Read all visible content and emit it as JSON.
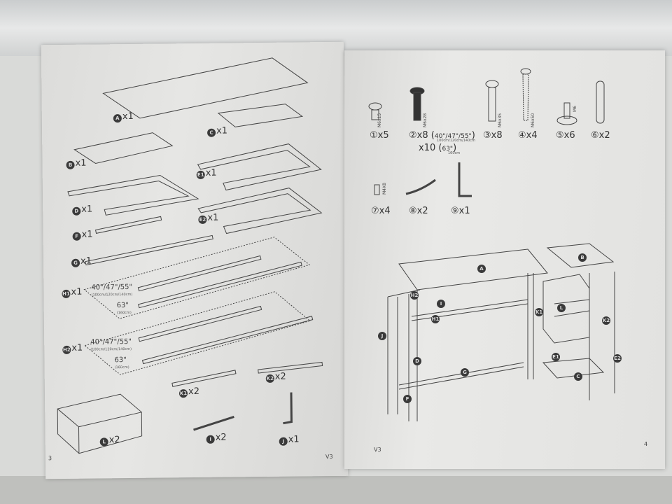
{
  "left_page": {
    "parts": [
      {
        "id": "A",
        "qty": "x1"
      },
      {
        "id": "C",
        "qty": "x1"
      },
      {
        "id": "B",
        "qty": "x1"
      },
      {
        "id": "E1",
        "qty": "x1"
      },
      {
        "id": "D",
        "qty": "x1"
      },
      {
        "id": "E2",
        "qty": "x1"
      },
      {
        "id": "F",
        "qty": "x1"
      },
      {
        "id": "G",
        "qty": "x1"
      },
      {
        "id": "H1",
        "qty": "x1"
      },
      {
        "id": "H2",
        "qty": "x1"
      },
      {
        "id": "K1",
        "qty": "x2"
      },
      {
        "id": "K2",
        "qty": "x2"
      },
      {
        "id": "L",
        "qty": "x2"
      },
      {
        "id": "I",
        "qty": "x2"
      },
      {
        "id": "J",
        "qty": "x1"
      }
    ],
    "size_short": "40\"/47\"/55\"",
    "size_short_cm": "(100cm/120cm/140cm)",
    "size_long": "63\"",
    "size_long_cm": "(160cm)",
    "page_number": "3",
    "version": "V3"
  },
  "right_page": {
    "hardware": [
      {
        "num": "①",
        "qty": "x5",
        "size": "M6x15"
      },
      {
        "num": "②",
        "qty": "x8",
        "size": "M6x28",
        "alt_qty": "x10"
      },
      {
        "num": "③",
        "qty": "x8",
        "size": "M6x35"
      },
      {
        "num": "④",
        "qty": "x4",
        "size": "M6x50"
      },
      {
        "num": "⑤",
        "qty": "x6",
        "size": "M6"
      },
      {
        "num": "⑥",
        "qty": "x2"
      },
      {
        "num": "⑦",
        "qty": "x4",
        "size": "M4X8"
      },
      {
        "num": "⑧",
        "qty": "x2"
      },
      {
        "num": "⑨",
        "qty": "x1"
      }
    ],
    "size_short": "40\"/47\"/55\"",
    "size_short_cm": "100cm/120cm/140cm",
    "size_long": "63\"",
    "size_long_cm": "160cm",
    "diagram_labels": [
      "A",
      "B",
      "C",
      "D",
      "E1",
      "E2",
      "F",
      "G",
      "H1",
      "H2",
      "I",
      "J",
      "K1",
      "K2",
      "L"
    ],
    "page_number": "4",
    "version": "V3"
  }
}
